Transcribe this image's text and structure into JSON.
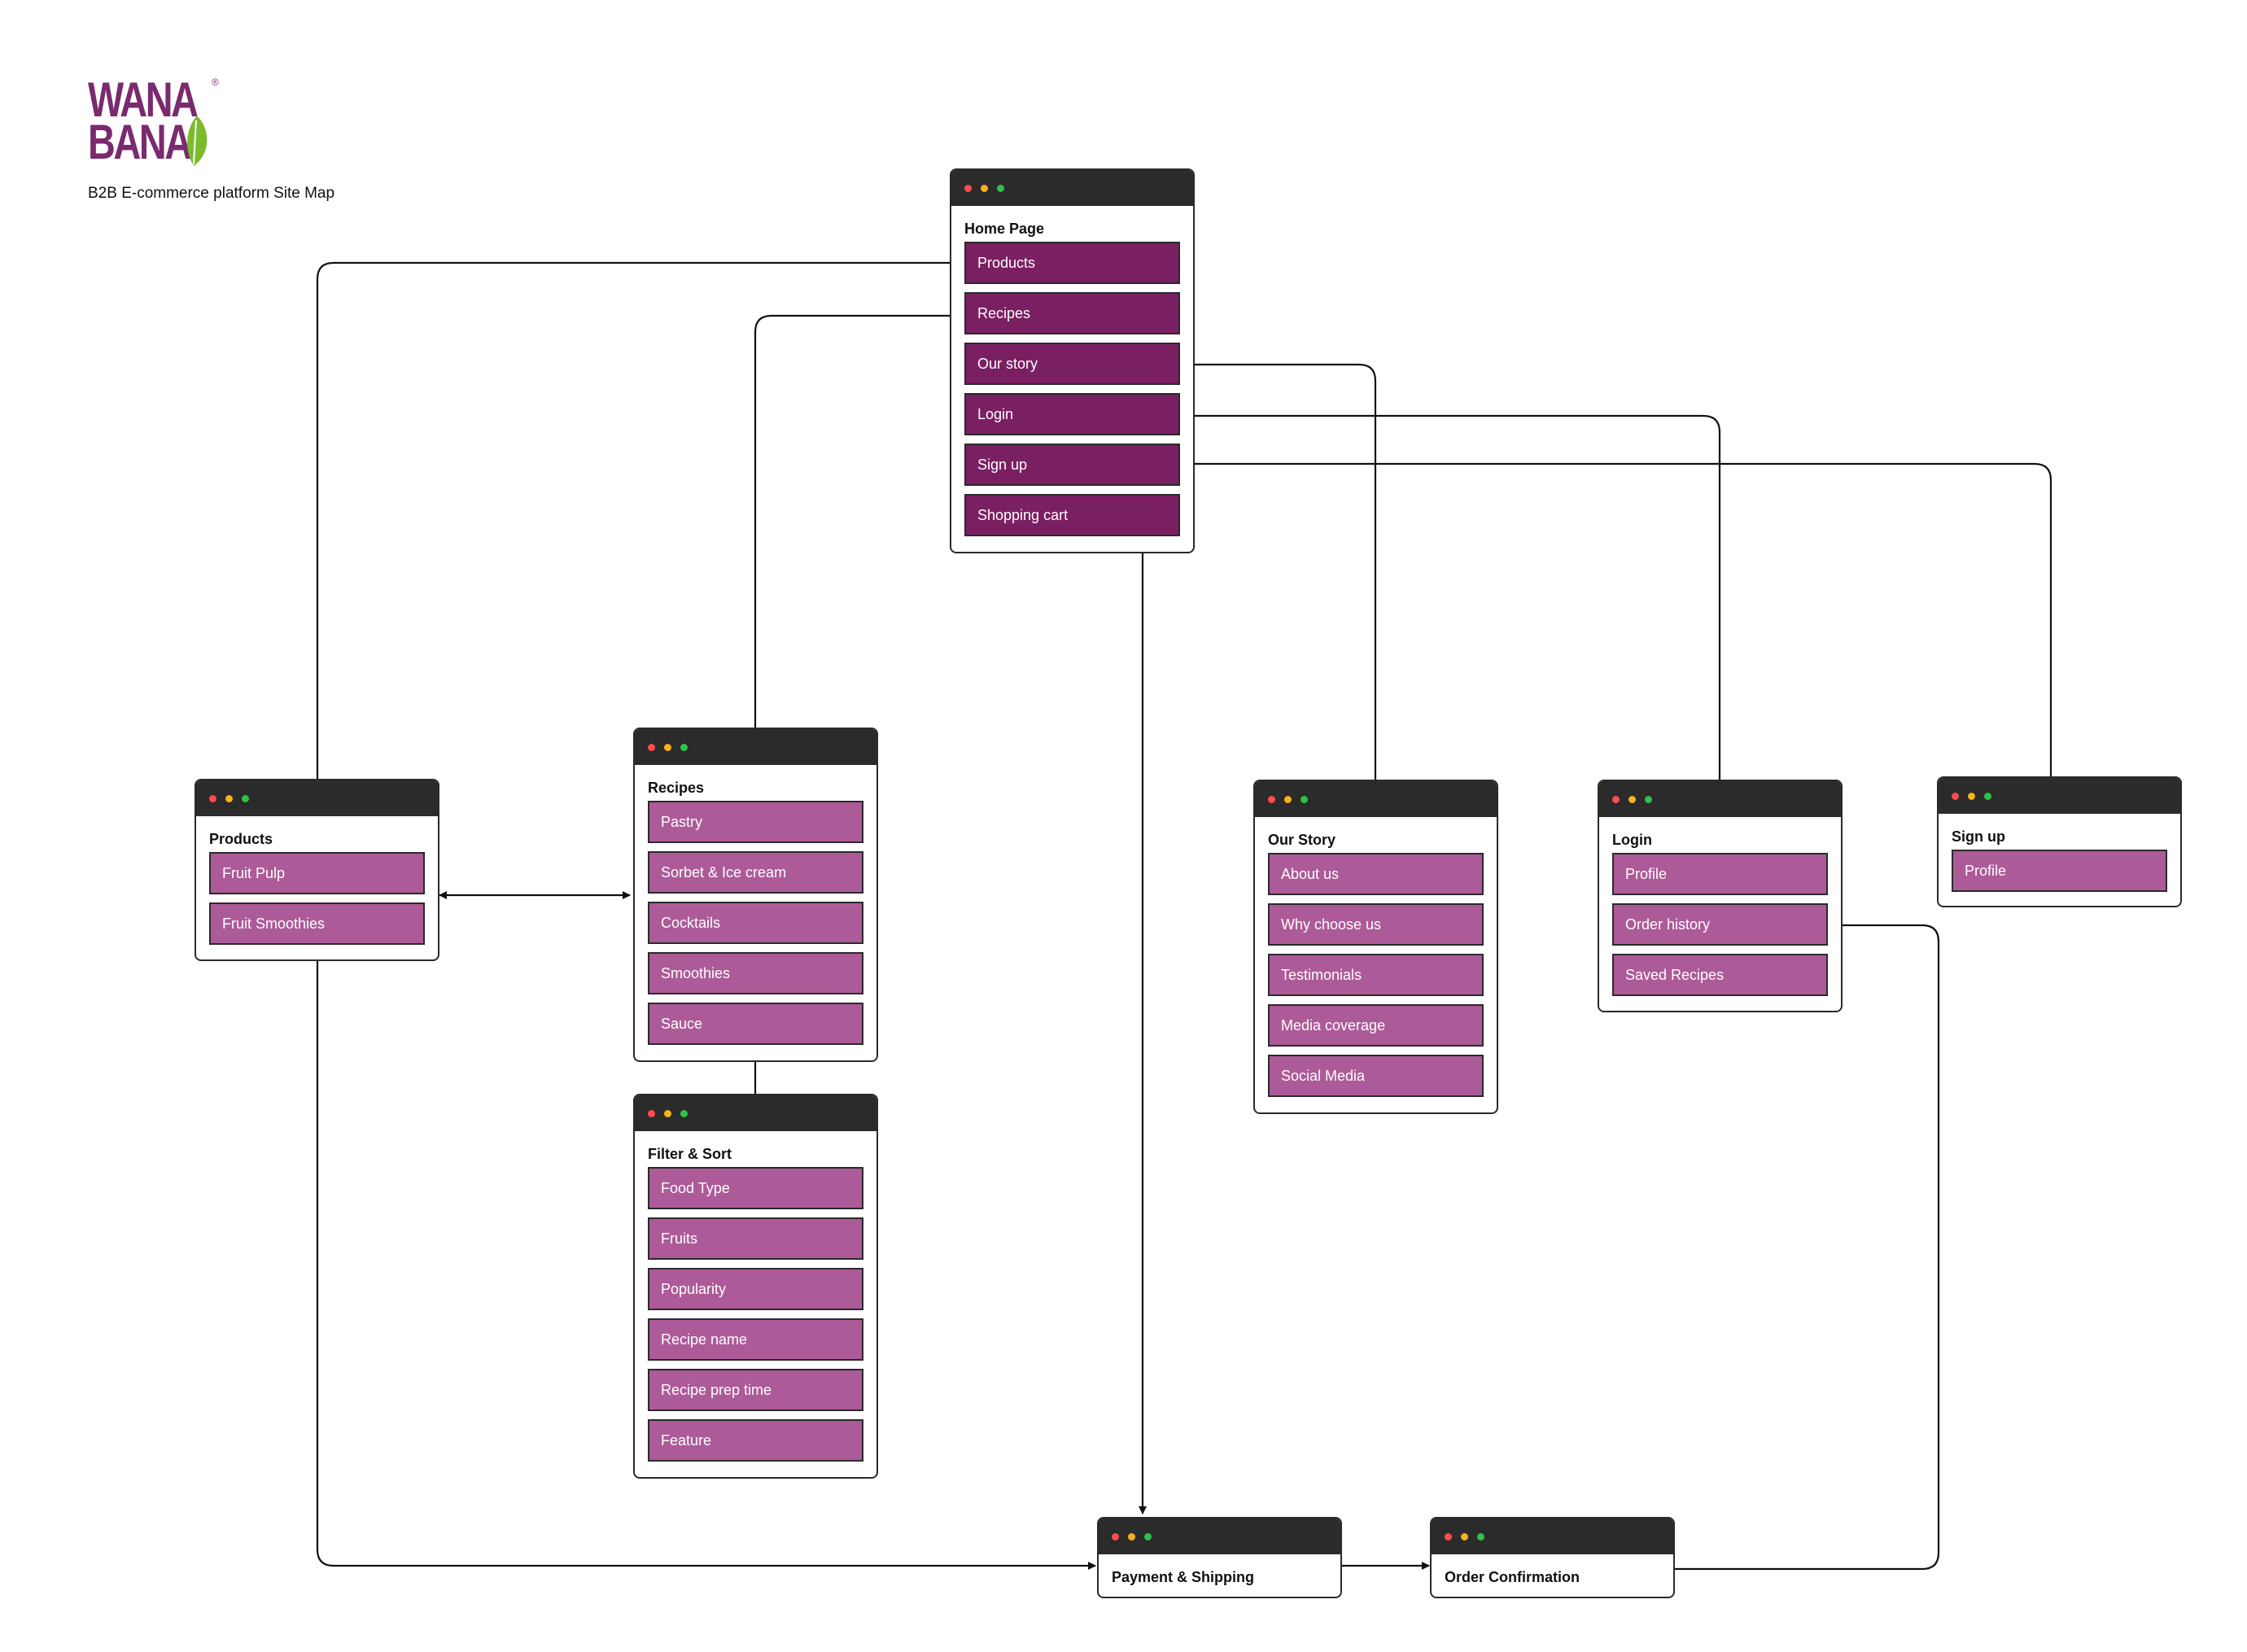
{
  "logo": {
    "line1": "WANA",
    "line2": "BANA",
    "mark": "®"
  },
  "subtitle": "B2B E-commerce platform Site Map",
  "colors": {
    "primary_item": "#7b1f63",
    "secondary_item": "#ad5a98",
    "window_bar": "#2b2b2b"
  },
  "home": {
    "title": "Home Page",
    "items": [
      "Products",
      "Recipes",
      "Our story",
      "Login",
      "Sign up",
      "Shopping cart"
    ]
  },
  "products": {
    "title": "Products",
    "items": [
      "Fruit Pulp",
      "Fruit Smoothies"
    ]
  },
  "recipes": {
    "title": "Recipes",
    "items": [
      "Pastry",
      "Sorbet & Ice cream",
      "Cocktails",
      "Smoothies",
      "Sauce"
    ]
  },
  "filter": {
    "title": "Filter & Sort",
    "items": [
      "Food Type",
      "Fruits",
      "Popularity",
      "Recipe name",
      "Recipe prep time",
      "Feature"
    ]
  },
  "story": {
    "title": "Our Story",
    "items": [
      "About us",
      "Why choose us",
      "Testimonials",
      "Media coverage",
      "Social Media"
    ]
  },
  "login": {
    "title": "Login",
    "items": [
      "Profile",
      "Order history",
      "Saved Recipes"
    ]
  },
  "signup": {
    "title": "Sign up",
    "items": [
      "Profile"
    ]
  },
  "payment": {
    "title": "Payment & Shipping"
  },
  "confirmation": {
    "title": "Order Confirmation"
  }
}
